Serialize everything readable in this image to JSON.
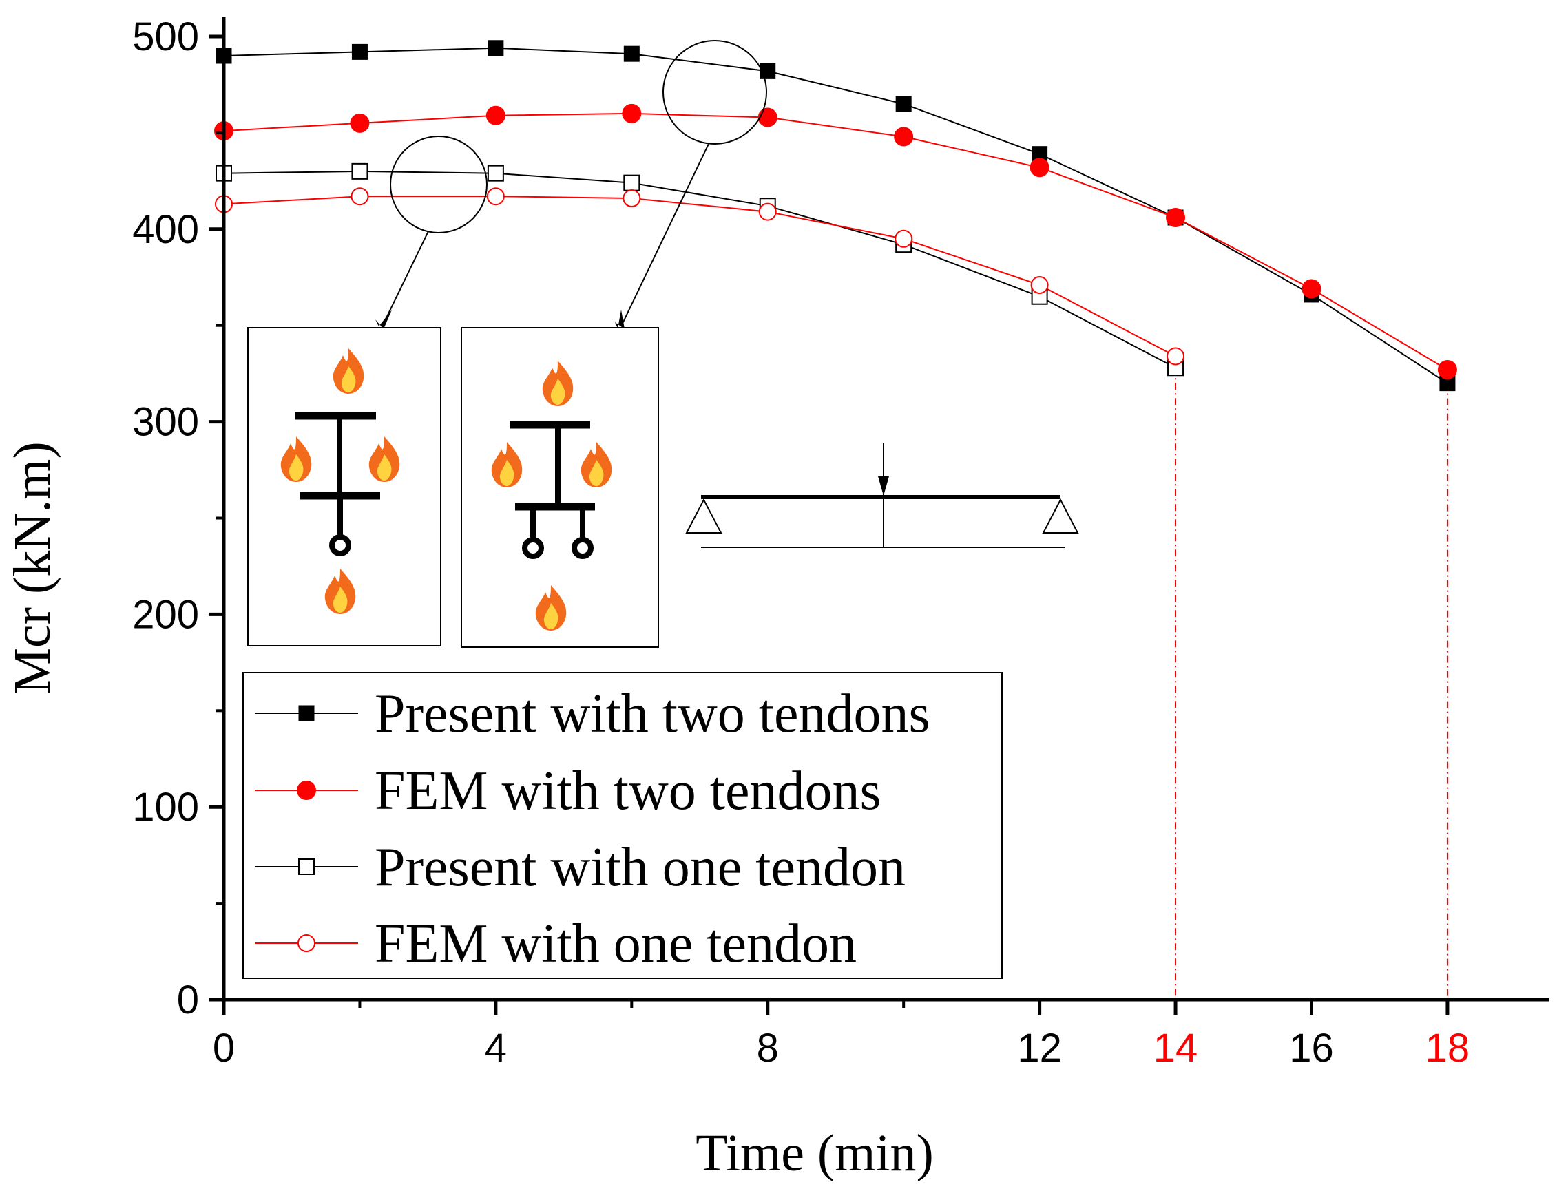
{
  "chart_data": {
    "type": "line",
    "title": "",
    "xlabel": "Time (min)",
    "ylabel": "Mcr (kN.m)",
    "xlim": [
      0,
      19.5
    ],
    "ylim": [
      0,
      500
    ],
    "xticks": [
      0,
      4,
      8,
      12,
      14,
      16,
      18
    ],
    "xticks_highlighted": [
      14,
      18
    ],
    "yticks": [
      0,
      100,
      200,
      300,
      400,
      500
    ],
    "grid": false,
    "legend_position": "bottom-left",
    "reference_lines": [
      {
        "x": 14,
        "y": 328,
        "color": "#ff0000",
        "style": "dash-dot"
      },
      {
        "x": 18,
        "y": 320,
        "color": "#ff0000",
        "style": "dash-dot"
      }
    ],
    "series": [
      {
        "name": "Present with two tendons",
        "color": "#000000",
        "marker": "square-filled",
        "x": [
          0,
          2,
          4,
          6,
          8,
          10,
          12,
          14,
          16,
          18
        ],
        "y": [
          490,
          492,
          494,
          491,
          482,
          465,
          439,
          406,
          366,
          320
        ]
      },
      {
        "name": "FEM with two tendons",
        "color": "#ff0000",
        "marker": "circle-filled",
        "x": [
          0,
          2,
          4,
          6,
          8,
          10,
          12,
          14,
          16,
          18
        ],
        "y": [
          451,
          455,
          459,
          460,
          458,
          448,
          432,
          406,
          369,
          327
        ]
      },
      {
        "name": "Present with one tendon",
        "color": "#000000",
        "marker": "square-open",
        "x": [
          0,
          2,
          4,
          6,
          8,
          10,
          12,
          14
        ],
        "y": [
          429,
          430,
          429,
          424,
          412,
          392,
          365,
          328
        ]
      },
      {
        "name": "FEM with one tendon",
        "color": "#ff0000",
        "marker": "circle-open",
        "x": [
          0,
          2,
          4,
          6,
          8,
          10,
          12,
          14
        ],
        "y": [
          413,
          417,
          417,
          416,
          409,
          395,
          371,
          334
        ]
      }
    ]
  },
  "insets": {
    "one_tendon_section": {
      "label": "one-tendon-section-diagram",
      "tendons": 1
    },
    "two_tendon_section": {
      "label": "two-tendon-section-diagram",
      "tendons": 2
    },
    "beam": {
      "label": "simply-supported-beam-point-load"
    }
  },
  "colors": {
    "accent": "#ff0000",
    "ink": "#000000",
    "flame_outer": "#f26a1b",
    "flame_inner": "#ffd23f"
  }
}
